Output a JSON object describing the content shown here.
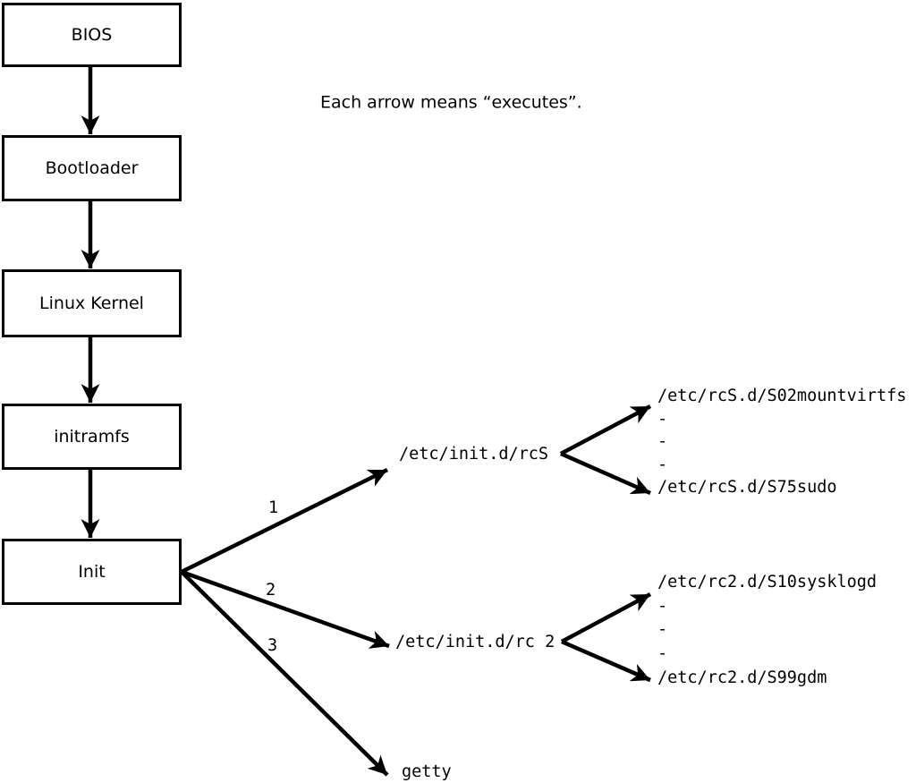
{
  "diagram": {
    "note": "Each arrow means “executes”.",
    "boot_chain": [
      {
        "label": "BIOS"
      },
      {
        "label": "Bootloader"
      },
      {
        "label": "Linux Kernel"
      },
      {
        "label": "initramfs"
      },
      {
        "label": "Init"
      }
    ],
    "init_targets": [
      {
        "order": "1",
        "command": "/etc/init.d/rcS"
      },
      {
        "order": "2",
        "command": "/etc/init.d/rc 2"
      },
      {
        "order": "3",
        "command": "getty"
      }
    ],
    "rcS_scripts": {
      "first": "/etc/rcS.d/S02mountvirtfs",
      "gap": [
        "-",
        "-",
        "-"
      ],
      "last": "/etc/rcS.d/S75sudo"
    },
    "rc2_scripts": {
      "first": "/etc/rc2.d/S10sysklogd",
      "gap": [
        "-",
        "-",
        "-"
      ],
      "last": "/etc/rc2.d/S99gdm"
    },
    "colors": {
      "stroke": "#000000",
      "background": "#ffffff"
    }
  }
}
